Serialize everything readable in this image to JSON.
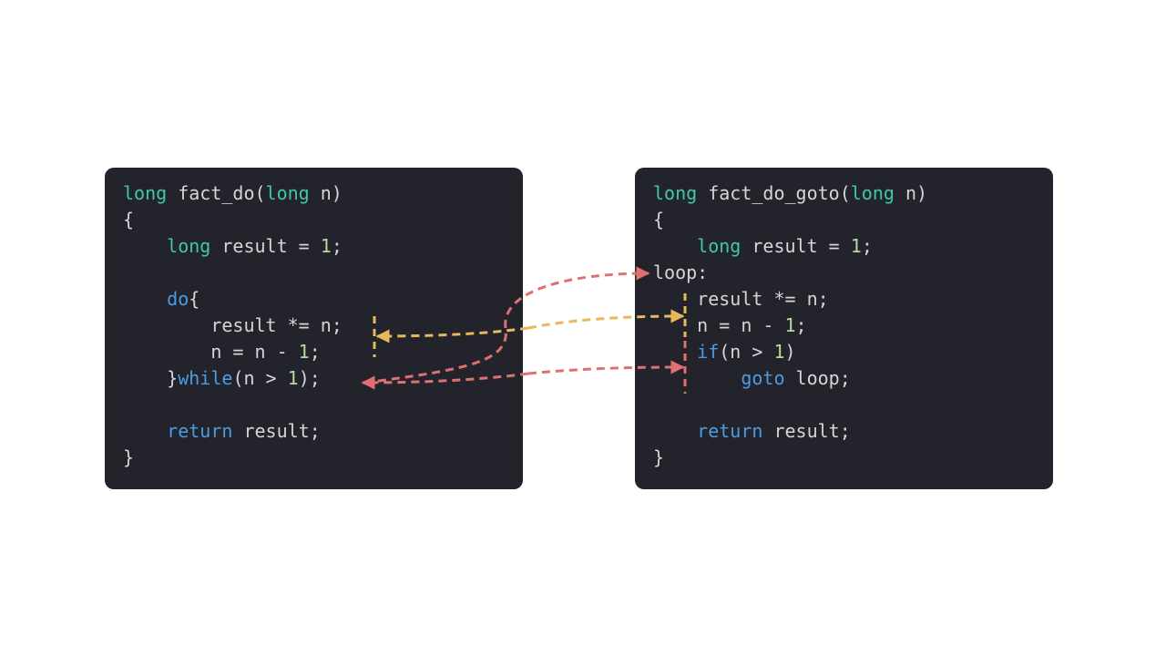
{
  "colors": {
    "background": "#ffffff",
    "panel": "#22232b",
    "text": "#d6d6d6",
    "type_keyword": "#3fc8a4",
    "control_keyword": "#4d9be0",
    "number": "#b5dba0",
    "arrow_loop": "#e07070",
    "arrow_body": "#e8b85a"
  },
  "left_code": {
    "lines": [
      [
        {
          "t": "long",
          "c": "t"
        },
        {
          "t": " fact_do(",
          "c": "p"
        },
        {
          "t": "long",
          "c": "t"
        },
        {
          "t": " n)",
          "c": "p"
        }
      ],
      [
        {
          "t": "{",
          "c": "p"
        }
      ],
      [
        {
          "t": "    ",
          "c": "p"
        },
        {
          "t": "long",
          "c": "t"
        },
        {
          "t": " result = ",
          "c": "p"
        },
        {
          "t": "1",
          "c": "n"
        },
        {
          "t": ";",
          "c": "p"
        }
      ],
      [],
      [
        {
          "t": "    ",
          "c": "p"
        },
        {
          "t": "do",
          "c": "k"
        },
        {
          "t": "{",
          "c": "p"
        }
      ],
      [
        {
          "t": "        result *= n;",
          "c": "p"
        }
      ],
      [
        {
          "t": "        n = n - ",
          "c": "p"
        },
        {
          "t": "1",
          "c": "n"
        },
        {
          "t": ";",
          "c": "p"
        }
      ],
      [
        {
          "t": "    }",
          "c": "p"
        },
        {
          "t": "while",
          "c": "k"
        },
        {
          "t": "(n > ",
          "c": "p"
        },
        {
          "t": "1",
          "c": "n"
        },
        {
          "t": ");",
          "c": "p"
        }
      ],
      [],
      [
        {
          "t": "    ",
          "c": "p"
        },
        {
          "t": "return",
          "c": "k"
        },
        {
          "t": " result;",
          "c": "p"
        }
      ],
      [
        {
          "t": "}",
          "c": "p"
        }
      ]
    ]
  },
  "right_code": {
    "lines": [
      [
        {
          "t": "long",
          "c": "t"
        },
        {
          "t": " fact_do_goto(",
          "c": "p"
        },
        {
          "t": "long",
          "c": "t"
        },
        {
          "t": " n)",
          "c": "p"
        }
      ],
      [
        {
          "t": "{",
          "c": "p"
        }
      ],
      [
        {
          "t": "    ",
          "c": "p"
        },
        {
          "t": "long",
          "c": "t"
        },
        {
          "t": " result = ",
          "c": "p"
        },
        {
          "t": "1",
          "c": "n"
        },
        {
          "t": ";",
          "c": "p"
        }
      ],
      [
        {
          "t": "loop:",
          "c": "p"
        }
      ],
      [
        {
          "t": "    result *= n;",
          "c": "p"
        }
      ],
      [
        {
          "t": "    n = n - ",
          "c": "p"
        },
        {
          "t": "1",
          "c": "n"
        },
        {
          "t": ";",
          "c": "p"
        }
      ],
      [
        {
          "t": "    ",
          "c": "p"
        },
        {
          "t": "if",
          "c": "k"
        },
        {
          "t": "(n > ",
          "c": "p"
        },
        {
          "t": "1",
          "c": "n"
        },
        {
          "t": ")",
          "c": "p"
        }
      ],
      [
        {
          "t": "        ",
          "c": "p"
        },
        {
          "t": "goto",
          "c": "k"
        },
        {
          "t": " loop;",
          "c": "p"
        }
      ],
      [],
      [
        {
          "t": "    ",
          "c": "p"
        },
        {
          "t": "return",
          "c": "k"
        },
        {
          "t": " result;",
          "c": "p"
        }
      ],
      [
        {
          "t": "}",
          "c": "p"
        }
      ]
    ]
  }
}
